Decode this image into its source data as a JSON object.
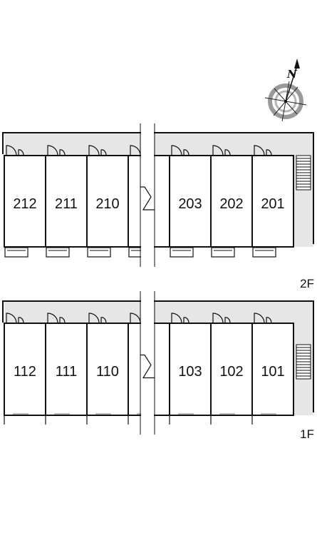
{
  "compass": {
    "label": "N"
  },
  "floors": [
    {
      "label": "2F",
      "rooms": [
        "212",
        "211",
        "210",
        "",
        "203",
        "202",
        "201"
      ],
      "has_balconies": true
    },
    {
      "label": "1F",
      "rooms": [
        "112",
        "111",
        "110",
        "",
        "103",
        "102",
        "101"
      ],
      "has_balconies": false
    }
  ],
  "colors": {
    "corridor": "#e6e6e6",
    "wall": "#111111",
    "compass_ring": "#9a9a9a"
  }
}
